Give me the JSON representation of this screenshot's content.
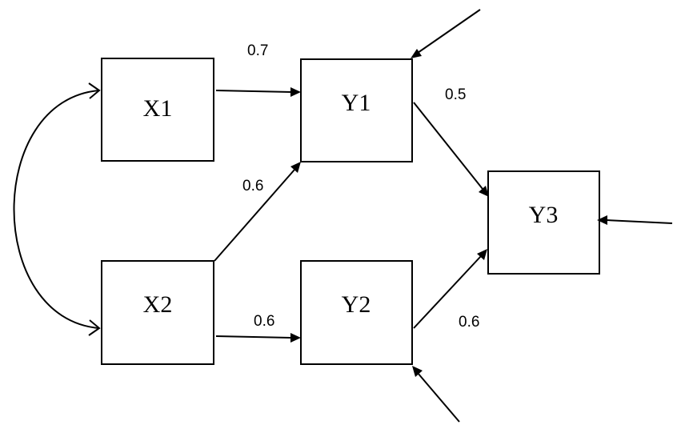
{
  "nodes": {
    "x1": "X1",
    "x2": "X2",
    "y1": "Y1",
    "y2": "Y2",
    "y3": "Y3"
  },
  "paths": {
    "x1_to_y1": "0.7",
    "x2_to_y1": "0.6",
    "x2_to_y2": "0.6",
    "y1_to_y3": "0.5",
    "y2_to_y3": "0.6"
  },
  "colors": {
    "stroke": "#000000",
    "background": "#ffffff"
  }
}
